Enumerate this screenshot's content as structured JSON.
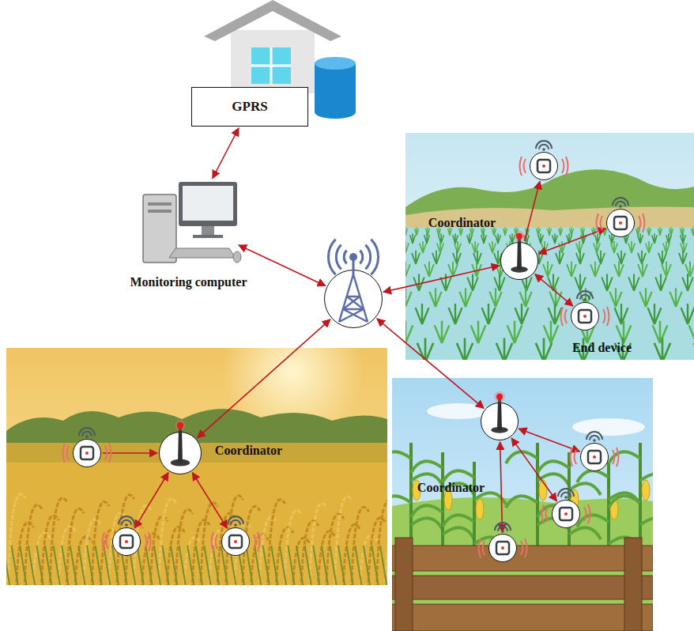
{
  "diagram": {
    "nodes": [
      {
        "text": [
          "GPRS"
        ]
      },
      {
        "text": [
          "Monitoring computer"
        ]
      },
      {
        "text": []
      },
      {
        "text": [
          "Coordinator"
        ]
      },
      {
        "text": []
      },
      {
        "text": []
      },
      {
        "text": [
          "End device"
        ]
      },
      {
        "text": [
          "Coordinator"
        ]
      },
      {
        "text": []
      },
      {
        "text": []
      },
      {
        "text": []
      },
      {
        "text": [
          "Coordinator"
        ]
      },
      {
        "text": []
      },
      {
        "text": []
      },
      {
        "text": []
      }
    ],
    "edges": [
      {
        "from": 0,
        "to": 1,
        "arrow": "both"
      },
      {
        "from": 1,
        "to": 2,
        "arrow": "both"
      },
      {
        "from": 2,
        "to": 3,
        "arrow": "both"
      },
      {
        "from": 2,
        "to": 7,
        "arrow": "both"
      },
      {
        "from": 2,
        "to": 11,
        "arrow": "both"
      },
      {
        "from": 3,
        "to": 4,
        "arrow": "to"
      },
      {
        "from": 3,
        "to": 5,
        "arrow": "both"
      },
      {
        "from": 3,
        "to": 6,
        "arrow": "both"
      },
      {
        "from": 8,
        "to": 7,
        "arrow": "to"
      },
      {
        "from": 7,
        "to": 9,
        "arrow": "both"
      },
      {
        "from": 7,
        "to": 10,
        "arrow": "both"
      },
      {
        "from": 11,
        "to": 12,
        "arrow": "both"
      },
      {
        "from": 11,
        "to": 13,
        "arrow": "both"
      },
      {
        "from": 11,
        "to": 14,
        "arrow": "both"
      }
    ]
  }
}
